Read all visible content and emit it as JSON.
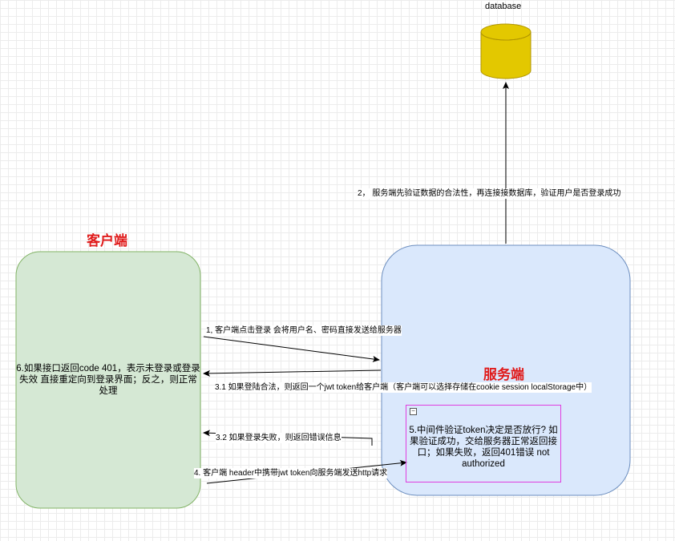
{
  "database": {
    "label": "database"
  },
  "client": {
    "title": "客户端",
    "text": "6.如果接口返回code 401，表示未登录或登录失效 直接重定向到登录界面；反之，则正常处理"
  },
  "server": {
    "title": "服务端"
  },
  "middleware": {
    "toggle": "−",
    "text": "5.中间件验证token决定是否放行? 如果验证成功，交给服务器正常返回接口；如果失败，返回401错误 not authorized"
  },
  "edges": {
    "step1": "1, 客户端点击登录 会将用户名、密码直接发送给服务器",
    "step2": "2，  服务端先验证数据的合法性，再连接接数据库，验证用户是否登录成功",
    "step3_1": "3.1 如果登陆合法，则返回一个jwt token给客户端（客户端可以选择存储在cookie session localStorage中）",
    "step3_2": "3.2 如果登录失败，则返回错误信息",
    "step4": "4. 客户端 header中携带jwt token向服务端发送http请求"
  },
  "colors": {
    "client_fill": "#d5e8d4",
    "client_stroke": "#82b366",
    "server_fill": "#dae8fc",
    "server_stroke": "#6c8ebf",
    "db_fill": "#e3c800",
    "db_stroke": "#b09500",
    "title_red": "#e01b1b",
    "middleware_border": "#e03ee0"
  }
}
